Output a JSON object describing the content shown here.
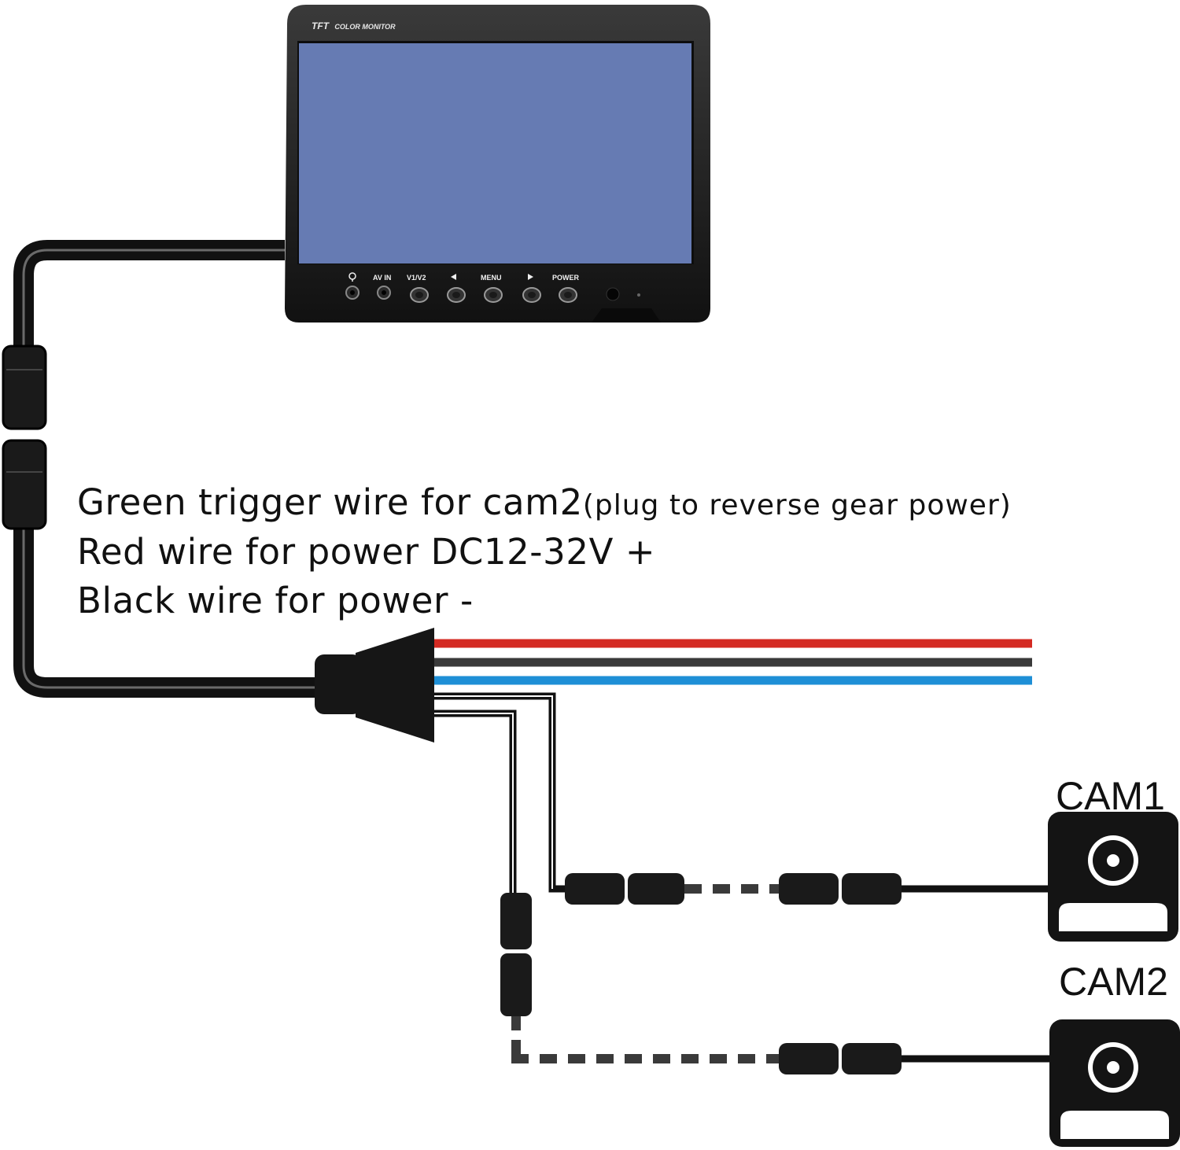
{
  "monitor": {
    "brand_tft": "TFT",
    "brand_rest": "COLOR MONITOR",
    "buttons": [
      "AV IN",
      "V1/V2",
      "MENU",
      "POWER"
    ],
    "screen_color": "#667bb3"
  },
  "instructions": {
    "line1_main": "Green trigger wire for cam2",
    "line1_paren": "(plug to reverse gear power)",
    "line2": "Red wire for power  DC12-32V +",
    "line3": "Black wire for power -"
  },
  "wires": {
    "red": "#d42a22",
    "black": "#3a3a3a",
    "blue": "#1e8fd6"
  },
  "cameras": {
    "cam1": "CAM1",
    "cam2": "CAM2"
  }
}
